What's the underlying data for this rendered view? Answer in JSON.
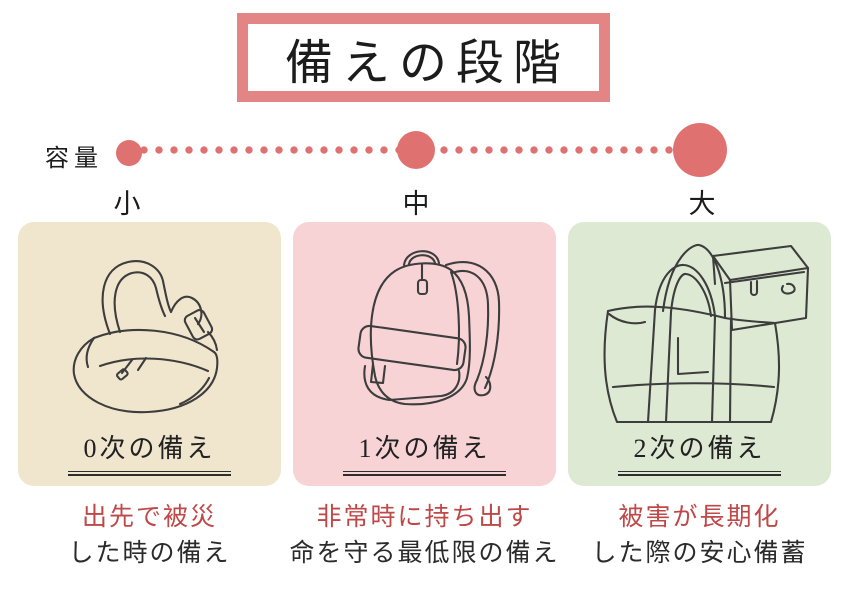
{
  "title": "備えの段階",
  "colors": {
    "accent_border": "#e38585",
    "accent_dot": "#df7171",
    "highlight_text": "#bf4848",
    "card_beige": "#f0e6ce",
    "card_pink": "#f7d3d6",
    "card_green": "#dee9d3"
  },
  "capacity_scale": {
    "label": "容量",
    "levels": [
      {
        "label": "小",
        "size": "small"
      },
      {
        "label": "中",
        "size": "medium"
      },
      {
        "label": "大",
        "size": "large"
      }
    ]
  },
  "cards": [
    {
      "name": "0次の備え",
      "illustration": "fanny-pack",
      "caption_highlight": "出先で被災",
      "caption_rest": "した時の備え"
    },
    {
      "name": "1次の備え",
      "illustration": "backpack",
      "caption_highlight": "非常時に持ち出す",
      "caption_rest": "命を守る最低限の備え"
    },
    {
      "name": "2次の備え",
      "illustration": "tote-bag-and-storage-box",
      "caption_highlight": "被害が長期化",
      "caption_rest": "した際の安心備蓄"
    }
  ]
}
